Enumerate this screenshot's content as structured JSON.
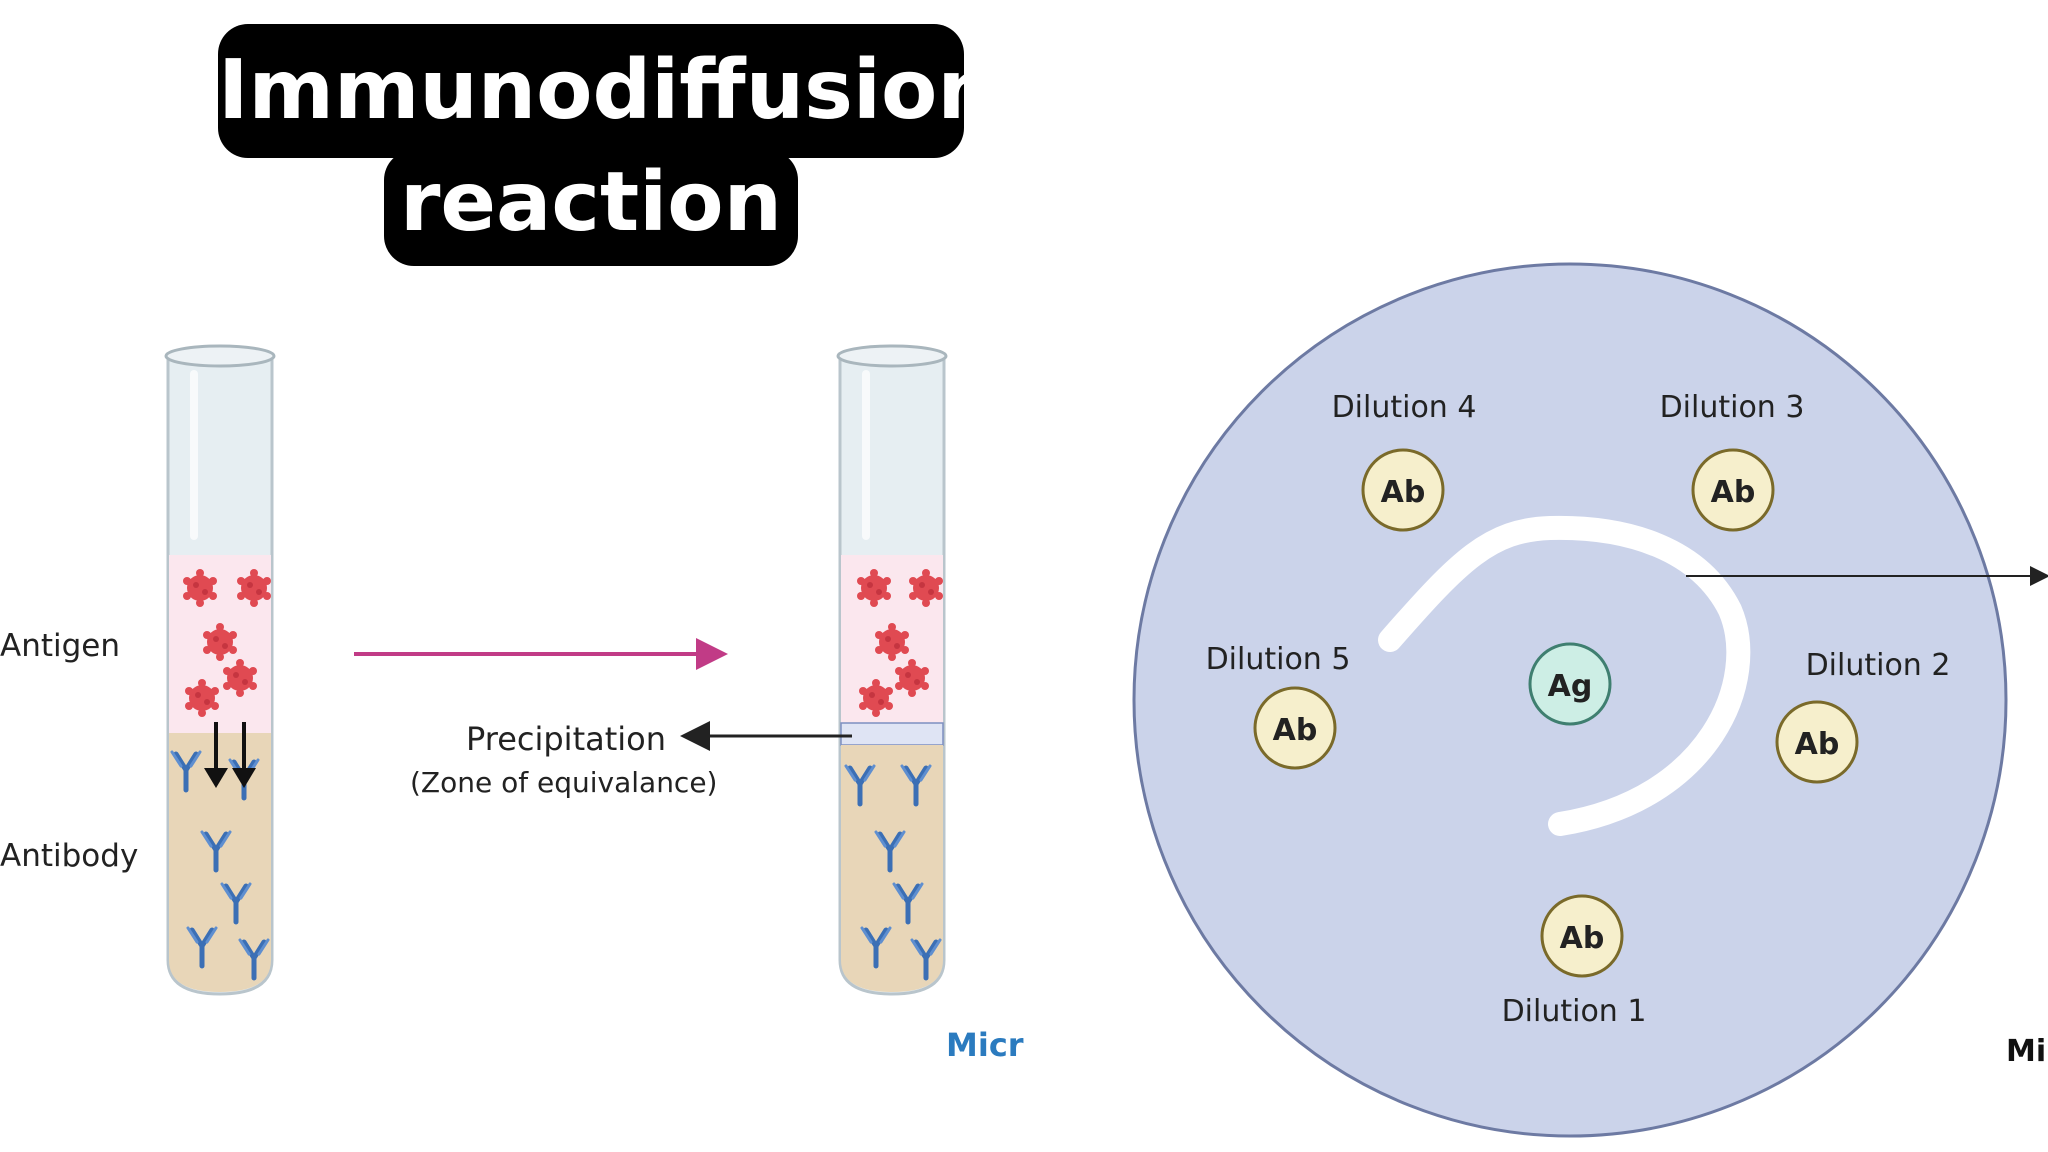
{
  "title": {
    "line1": "Immunodiffusion",
    "line2": "reaction"
  },
  "tube_labels": {
    "antigen": "Antigen",
    "antibody": "Antibody"
  },
  "precipitation": {
    "label": "Precipitation",
    "note": "(Zone of equivalance)"
  },
  "plate": {
    "center_well": "Ag",
    "well_label": "Ab",
    "dilutions": [
      "Dilution 1",
      "Dilution 2",
      "Dilution 3",
      "Dilution 4",
      "Dilution 5"
    ]
  },
  "watermarks": {
    "left": "Micr",
    "right": "Mi"
  },
  "colors": {
    "title_bg": "#000000",
    "antigen_zone": "#fbe7ee",
    "antibody_zone": "#e8d6b8",
    "antigen": "#e04a52",
    "antibody": "#3b6fb5",
    "arrow_magenta": "#c13b86",
    "plate": "#cbd3ea",
    "ab_well": "#f6efcc",
    "ag_well": "#cdeee5",
    "watermark_blue": "#2b7bbf"
  }
}
